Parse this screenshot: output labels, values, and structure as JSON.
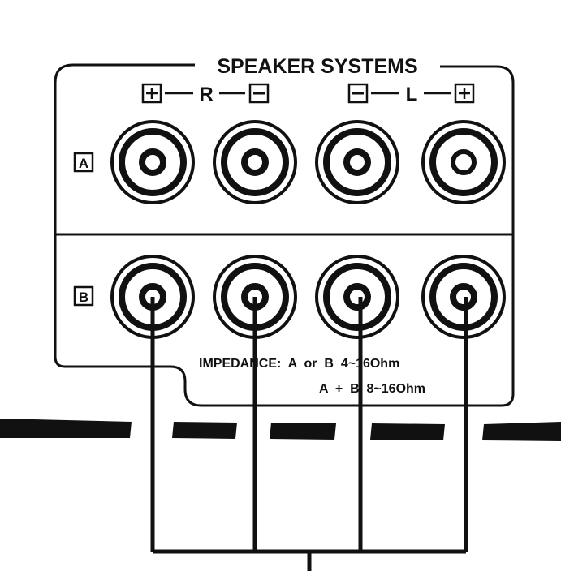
{
  "panel": {
    "title": "SPEAKER SYSTEMS",
    "channel_right": "R",
    "channel_left": "L",
    "polarity_plus": "+",
    "polarity_minus": "−"
  },
  "rows": [
    {
      "label": "A"
    },
    {
      "label": "B"
    }
  ],
  "impedance": {
    "line1": "IMPEDANCE:  A  or  B  4~16Ohm",
    "line2": "A  +  B  8~16Ohm"
  },
  "colors": {
    "ink": "#111111",
    "background": "#ffffff"
  }
}
